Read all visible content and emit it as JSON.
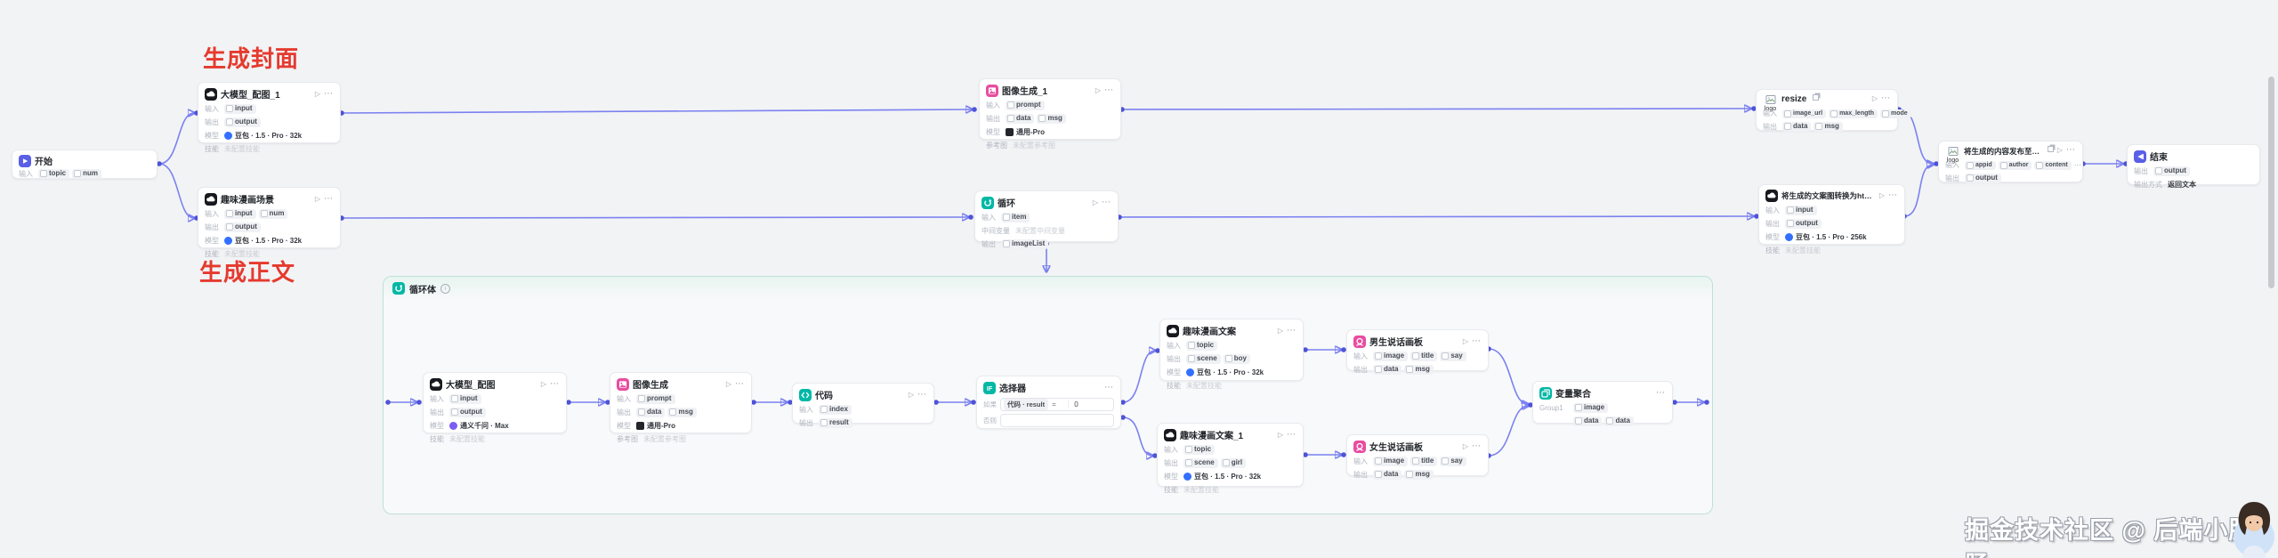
{
  "colors": {
    "canvas_bg": "#f2f3f5",
    "edge": "#7b81f0",
    "port_dot": "#4e54d8",
    "annotation_red": "#e53a2e",
    "node_bg": "#ffffff",
    "teal_icon": "#00b8a5",
    "indigo_icon": "#5a5fe8",
    "pink_icon": "#e84da0",
    "black_icon": "#17191e",
    "loop_border": "#bfe0d6"
  },
  "annotations": {
    "cover": "生成封面",
    "body": "生成正文"
  },
  "watermark": {
    "text": "掘金技术社区 @ 后端小肥肠"
  },
  "icons": {
    "play": "▷",
    "more": "⋯",
    "info": "i",
    "if_label": "IF"
  },
  "labels": {
    "input": "输入",
    "output": "输出",
    "model": "模型",
    "skill": "技能",
    "skill_empty": "未配置技能",
    "ref": "参考图",
    "ref_empty": "未配置参考图",
    "mid": "中间变量",
    "mid_empty": "未配置中间变量",
    "out_mode": "输出方式",
    "out_mode_value": "返回文本",
    "if": "如果",
    "else": "否则",
    "alt_logo": "logo"
  },
  "nodes": {
    "start": {
      "title": "开始",
      "in1": "topic",
      "in2": "num"
    },
    "llm_cover": {
      "title": "大模型_配图_1",
      "in1": "input",
      "out1": "output",
      "model": "豆包 · 1.5 · Pro · 32k"
    },
    "scene": {
      "title": "趣味漫画场景",
      "in1": "input",
      "in2": "num",
      "out1": "output",
      "model": "豆包 · 1.5 · Pro · 32k"
    },
    "imggen1": {
      "title": "图像生成_1",
      "in1": "prompt",
      "out1": "data",
      "out2": "msg",
      "model": "通用-Pro"
    },
    "loop": {
      "title": "循环",
      "in1": "item",
      "out1": "imageList"
    },
    "resize": {
      "title": "resize",
      "in1": "image_url",
      "in2": "max_length",
      "in3": "mode",
      "out1": "data",
      "out2": "msg"
    },
    "publish": {
      "title": "将生成的内容发布至草稿箱",
      "in1": "appid",
      "in2": "author",
      "in3": "content",
      "out1": "output"
    },
    "html": {
      "title": "将生成的文案图转换为html界面",
      "in1": "input",
      "out1": "output",
      "model": "豆包 · 1.5 · Pro · 256k"
    },
    "end": {
      "title": "结束",
      "out1": "output"
    },
    "loopbody": {
      "title": "循环体"
    },
    "llm_img": {
      "title": "大模型_配图",
      "in1": "input",
      "out1": "output",
      "model": "通义千问 · Max"
    },
    "imggen": {
      "title": "图像生成",
      "in1": "prompt",
      "out1": "data",
      "out2": "msg",
      "model": "通用-Pro"
    },
    "code": {
      "title": "代码",
      "in1": "index",
      "out1": "result"
    },
    "selector": {
      "title": "选择器",
      "cond_left": "代码 · result",
      "cond_op": "=",
      "cond_right": "0"
    },
    "copy_boy": {
      "title": "趣味漫画文案",
      "in1": "topic",
      "out1": "scene",
      "out2": "boy",
      "model": "豆包 · 1.5 · Pro · 32k"
    },
    "board_boy": {
      "title": "男生说话画板",
      "in1": "image",
      "in2": "title",
      "in3": "say",
      "out1": "data",
      "out2": "msg"
    },
    "copy_girl": {
      "title": "趣味漫画文案_1",
      "in1": "topic",
      "out1": "scene",
      "out2": "girl",
      "model": "豆包 · 1.5 · Pro · 32k"
    },
    "board_girl": {
      "title": "女生说话画板",
      "in1": "image",
      "in2": "title",
      "in3": "say",
      "out1": "data",
      "out2": "msg"
    },
    "agg": {
      "title": "变量聚合",
      "group": "Group1",
      "v1": "image",
      "v2": "data",
      "v3": "data"
    }
  }
}
